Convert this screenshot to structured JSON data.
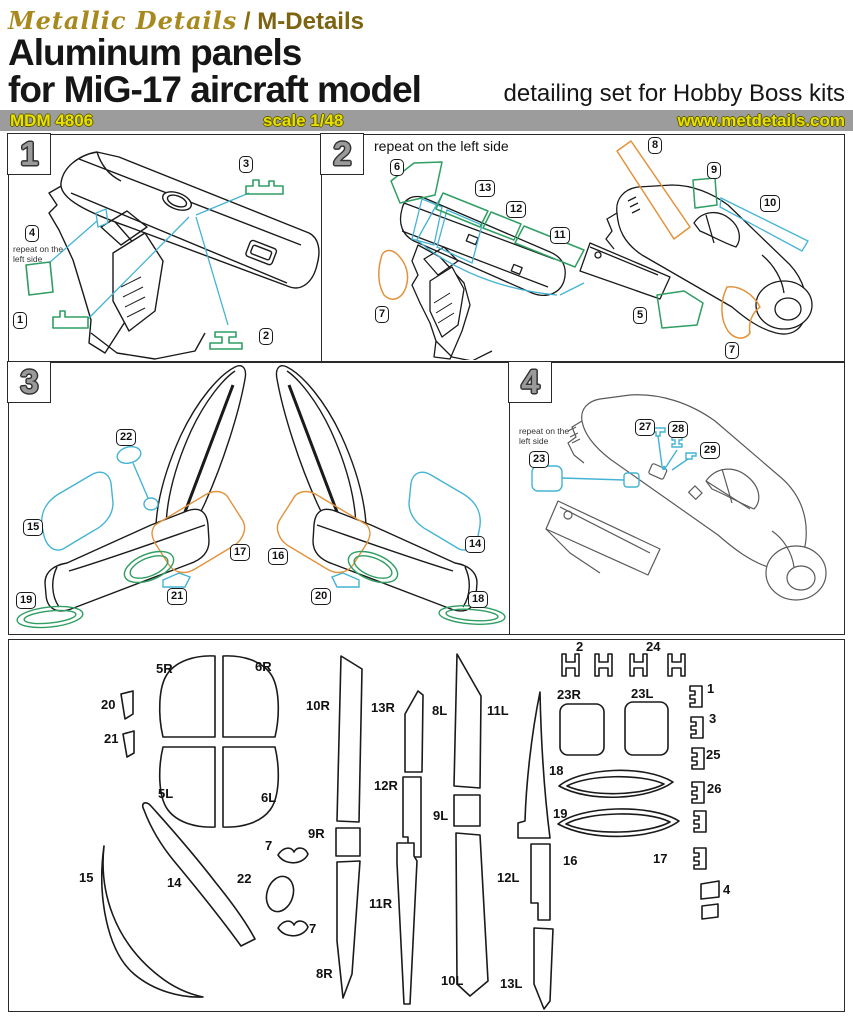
{
  "header": {
    "logo_script": "Metallic Details",
    "logo_sep": " / ",
    "logo_brand": "M-Details",
    "title_line1": "Aluminum panels",
    "title_line2": "for MiG-17 aircraft model",
    "subtitle": "detailing set for Hobby Boss kits",
    "bar": {
      "code": "MDM 4806",
      "scale": "scale 1/48",
      "website": "www.metdetails.com"
    }
  },
  "colors": {
    "accent_green": "#2f9e63",
    "accent_cyan": "#44b3d4",
    "accent_orange": "#e2933c",
    "logo_gold": "#a8891e",
    "bar_bg": "#9c9c9c",
    "bar_text": "#e9e000",
    "step_numeral": "#9a9a9a"
  },
  "panels": {
    "p1": {
      "num": "1",
      "note_l1": "repeat on the",
      "note_l2": "left side",
      "callouts": {
        "c1": "1",
        "c2": "2",
        "c3": "3",
        "c4": "4"
      }
    },
    "p2": {
      "num": "2",
      "note": "repeat on the left side",
      "callouts": {
        "c5": "5",
        "c6": "6",
        "c7a": "7",
        "c7b": "7",
        "c8": "8",
        "c9": "9",
        "c10": "10",
        "c11": "11",
        "c12": "12",
        "c13": "13"
      }
    },
    "p3": {
      "num": "3",
      "callouts": {
        "c14": "14",
        "c15": "15",
        "c16": "16",
        "c17": "17",
        "c18": "18",
        "c19": "19",
        "c20": "20",
        "c21": "21",
        "c22": "22"
      }
    },
    "p4": {
      "num": "4",
      "note_l1": "repeat on the",
      "note_l2": "left side",
      "callouts": {
        "c23": "23",
        "c27": "27",
        "c28": "28",
        "c29": "29"
      }
    },
    "parts": {
      "labels": {
        "p20": "20",
        "p21": "21",
        "p5R": "5R",
        "p6R": "6R",
        "p5L": "5L",
        "p6L": "6L",
        "p10R": "10R",
        "p13R": "13R",
        "p12R": "12R",
        "p9R": "9R",
        "p8R": "8R",
        "p11R": "11R",
        "p8L": "8L",
        "p9L": "9L",
        "p10L": "10L",
        "p11L": "11L",
        "p12L": "12L",
        "p13L": "13L",
        "p2": "2",
        "p24": "24",
        "p23R": "23R",
        "p23L": "23L",
        "p1": "1",
        "p3": "3",
        "p25": "25",
        "p26": "26",
        "p18": "18",
        "p19": "19",
        "p7a": "7",
        "p7b": "7",
        "p22": "22",
        "p15": "15",
        "p14": "14",
        "p16": "16",
        "p17": "17",
        "p4": "4"
      }
    }
  }
}
